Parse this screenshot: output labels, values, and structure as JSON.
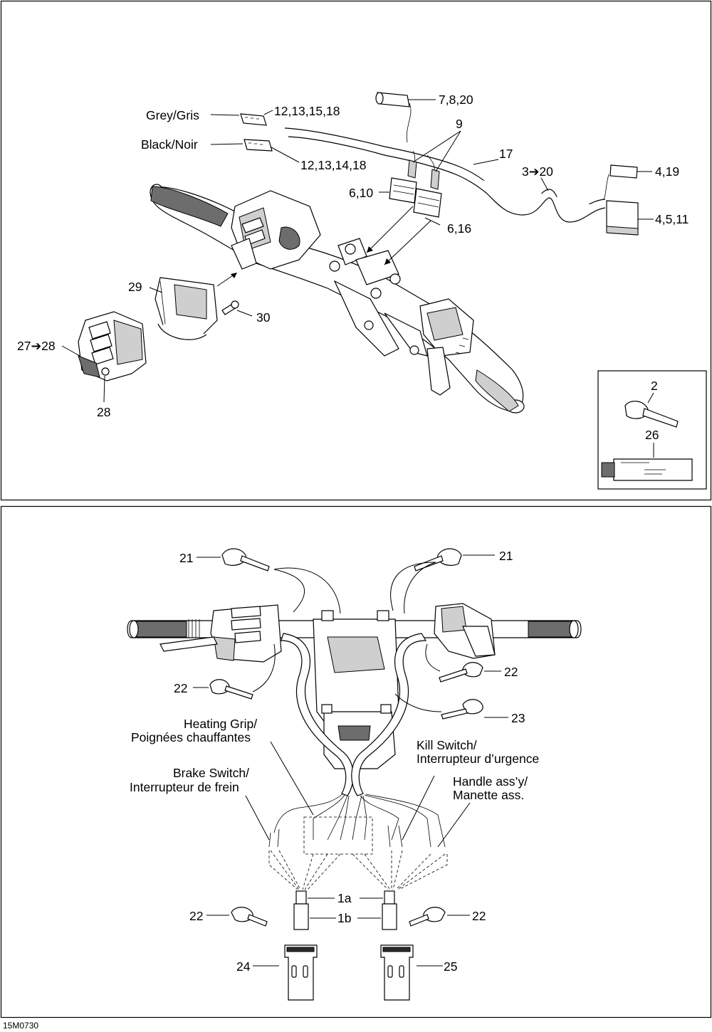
{
  "figure_id": "15M0730",
  "top_panel": {
    "labels": {
      "grey": "Grey/Gris",
      "black": "Black/Noir",
      "l_12_13_15_18": "12,13,15,18",
      "l_12_13_14_18": "12,13,14,18",
      "l_7_8_20": "7,8,20",
      "l_9": "9",
      "l_17": "17",
      "l_3_20": "3➔20",
      "l_4_19": "4,19",
      "l_4_5_11": "4,5,11",
      "l_6_10": "6,10",
      "l_6_16": "6,16",
      "l_29": "29",
      "l_30": "30",
      "l_27_28": "27➔28",
      "l_28": "28"
    },
    "inset_labels": {
      "l_2": "2",
      "l_26": "26"
    }
  },
  "bottom_panel": {
    "labels": {
      "l_21_left": "21",
      "l_21_right": "21",
      "l_22_a": "22",
      "l_22_b": "22",
      "l_23": "23",
      "heating_1": "Heating Grip/",
      "heating_2": "Poignées chauffantes",
      "kill_1": "Kill Switch/",
      "kill_2": "Interrupteur d’urgence",
      "brake_1": "Brake Switch/",
      "brake_2": "Interrupteur de frein",
      "handle_1": "Handle ass’y/",
      "handle_2": "Manette ass.",
      "l_1a": "1a",
      "l_1b": "1b",
      "l_22_c": "22",
      "l_22_d": "22",
      "l_24": "24",
      "l_25": "25"
    }
  }
}
